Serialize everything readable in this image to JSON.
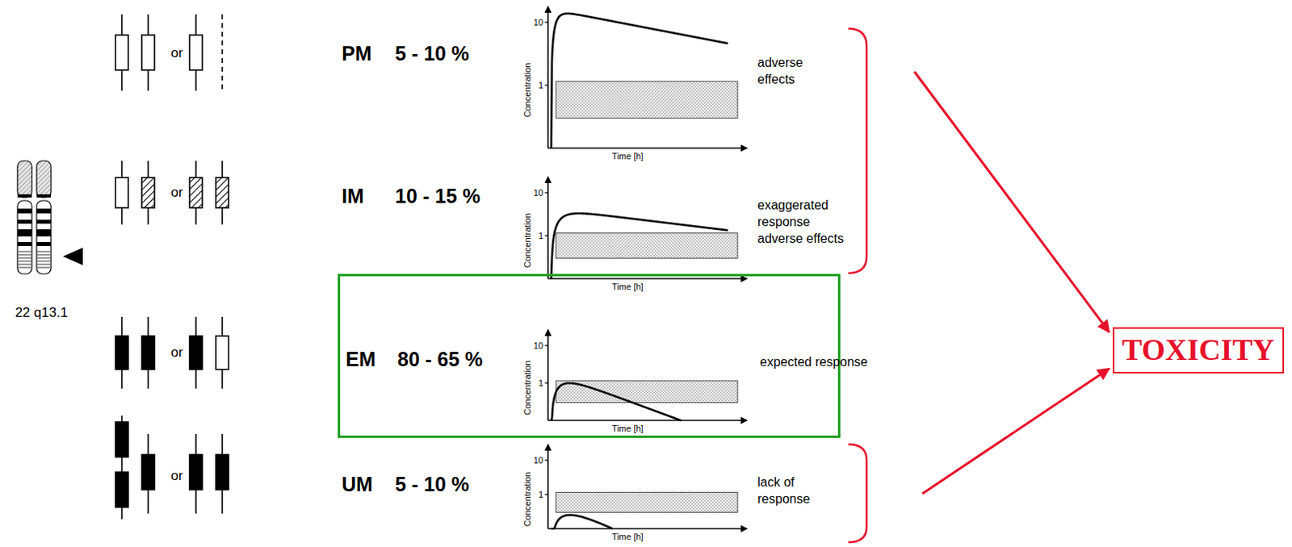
{
  "diagram": {
    "nodes": [
      {
        "text": [
          "EM",
          "80 - 65 %",
          "expected response"
        ]
      },
      {
        "text": [
          "TOXICITY"
        ]
      }
    ],
    "labels": [
      "22 q13.1",
      "or",
      "PM",
      "5 - 10 %",
      "10",
      "1",
      "Concentration",
      "Time [h]",
      "adverse effects",
      "or",
      "IM",
      "10 - 15 %",
      "10",
      "1",
      "Concentration",
      "Time [h]",
      "exaggerated response adverse effects",
      "or",
      "10",
      "1",
      "Concentration",
      "Time [h]",
      "or",
      "UM",
      "5 - 10 %",
      "10",
      "1",
      "Concentration",
      "Time [h]",
      "lack of response"
    ]
  }
}
